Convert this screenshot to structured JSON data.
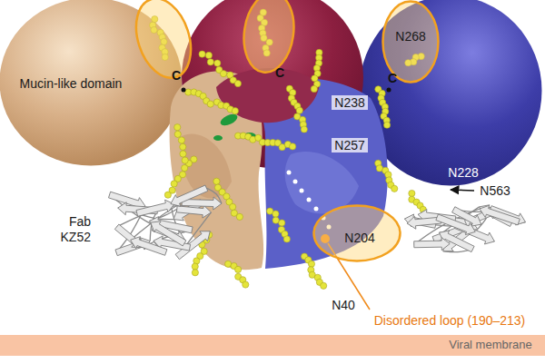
{
  "diagram": {
    "nodes": [
      {
        "text": [
          "Mucin-like domain"
        ]
      },
      {
        "text": [
          "N228"
        ]
      },
      {
        "text": [
          "N268"
        ]
      },
      {
        "text": [
          "N204"
        ]
      },
      {
        "text": [
          "Viral membrane"
        ]
      }
    ],
    "labels": [
      "C",
      "C",
      "C",
      "N238",
      "N257",
      "N563",
      "Fab KZ52",
      "N40",
      "Disordered loop (190–213)"
    ]
  }
}
